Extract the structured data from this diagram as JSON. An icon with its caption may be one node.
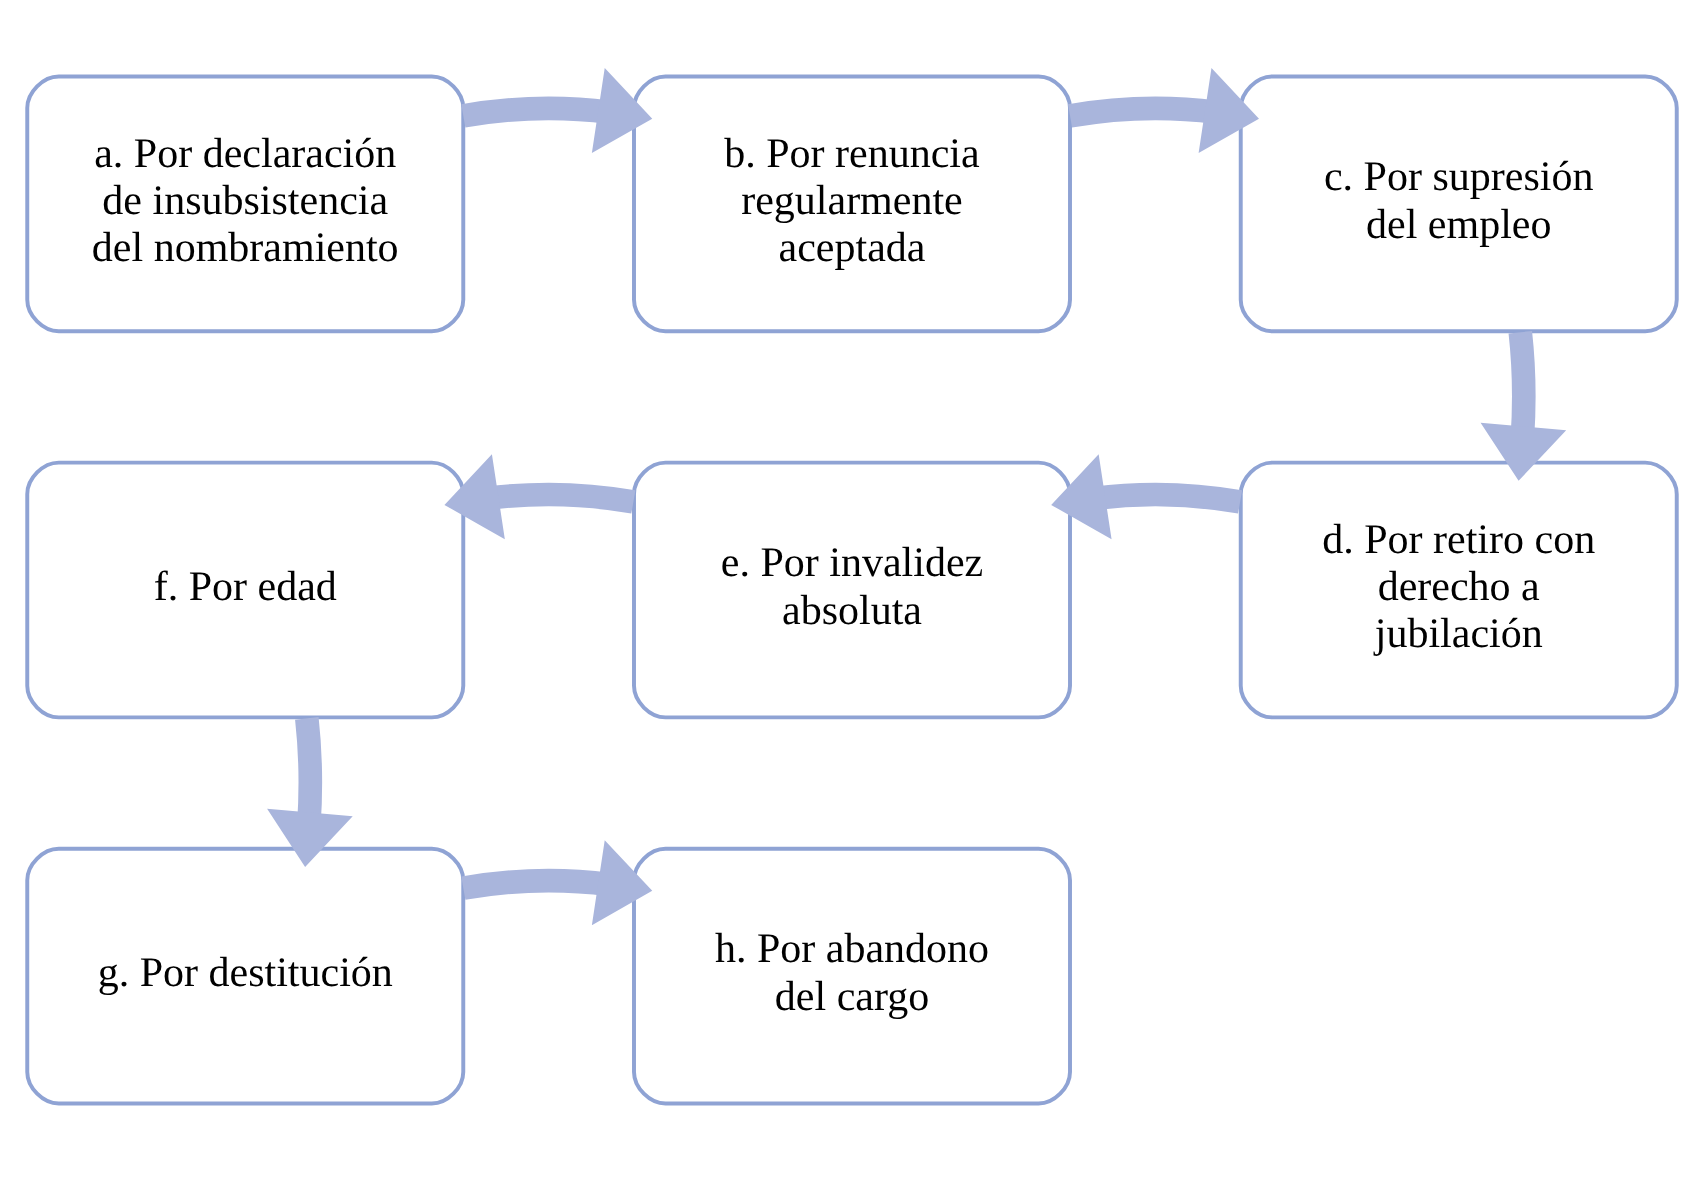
{
  "diagram": {
    "nodes": [
      {
        "text": [
          "a. Por declaración de insubsistencia del nombramiento"
        ]
      },
      {
        "text": [
          "b. Por renuncia regularmente aceptada"
        ]
      },
      {
        "text": [
          "c. Por supresión del empleo"
        ]
      },
      {
        "text": [
          "d. Por retiro con derecho a jubilación"
        ]
      },
      {
        "text": [
          "e. Por invalidez absoluta"
        ]
      },
      {
        "text": [
          "f. Por edad"
        ]
      },
      {
        "text": [
          "g. Por destitución"
        ]
      },
      {
        "text": [
          "h. Por abandono del cargo"
        ]
      }
    ],
    "edges": [
      {
        "from": 0,
        "to": 1,
        "arrow": "to"
      },
      {
        "from": 1,
        "to": 2,
        "arrow": "to"
      },
      {
        "from": 2,
        "to": 3,
        "arrow": "to"
      },
      {
        "from": 3,
        "to": 4,
        "arrow": "to"
      },
      {
        "from": 4,
        "to": 5,
        "arrow": "to"
      },
      {
        "from": 5,
        "to": 6,
        "arrow": "to"
      },
      {
        "from": 6,
        "to": 7,
        "arrow": "to"
      }
    ]
  }
}
